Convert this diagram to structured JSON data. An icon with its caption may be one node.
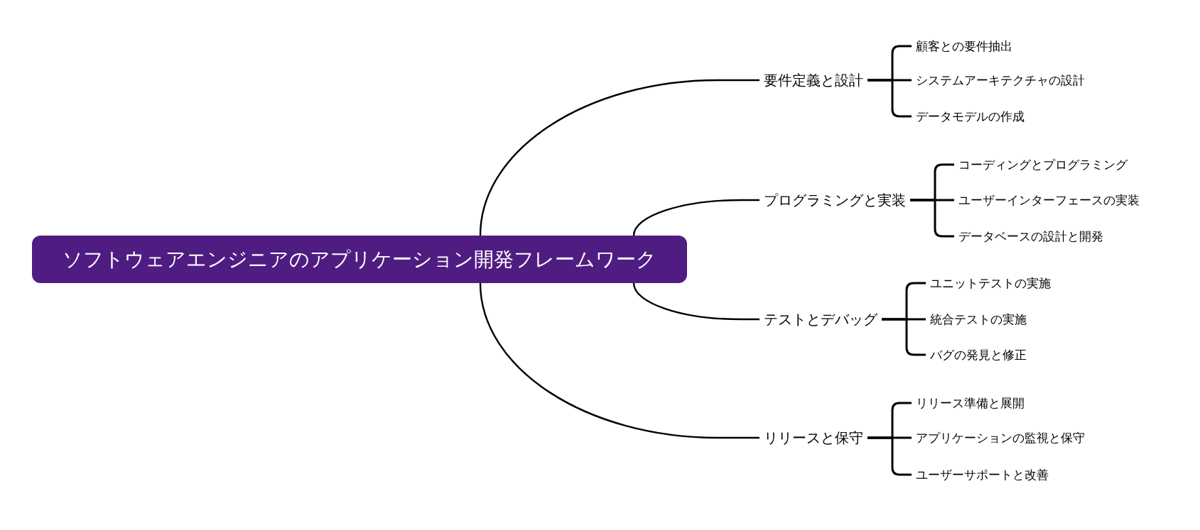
{
  "diagram": {
    "nodes": [
      {
        "text": [
          "ソフトウェアエンジニアのアプリケーション開発フレームワーク"
        ]
      },
      {
        "text": [
          "要件定義と設計"
        ]
      },
      {
        "text": [
          "顧客との要件抽出"
        ]
      },
      {
        "text": [
          "システムアーキテクチャの設計"
        ]
      },
      {
        "text": [
          "データモデルの作成"
        ]
      },
      {
        "text": [
          "プログラミングと実装"
        ]
      },
      {
        "text": [
          "コーディングとプログラミング"
        ]
      },
      {
        "text": [
          "ユーザーインターフェースの実装"
        ]
      },
      {
        "text": [
          "データベースの設計と開発"
        ]
      },
      {
        "text": [
          "テストとデバッグ"
        ]
      },
      {
        "text": [
          "ユニットテストの実施"
        ]
      },
      {
        "text": [
          "統合テストの実施"
        ]
      },
      {
        "text": [
          "バグの発見と修正"
        ]
      },
      {
        "text": [
          "リリースと保守"
        ]
      },
      {
        "text": [
          "リリース準備と展開"
        ]
      },
      {
        "text": [
          "アプリケーションの監視と保守"
        ]
      },
      {
        "text": [
          "ユーザーサポートと改善"
        ]
      }
    ],
    "edges": [
      {
        "from": 0,
        "to": 1,
        "arrow": "none"
      },
      {
        "from": 1,
        "to": 2,
        "arrow": "none"
      },
      {
        "from": 1,
        "to": 3,
        "arrow": "none"
      },
      {
        "from": 1,
        "to": 4,
        "arrow": "none"
      },
      {
        "from": 0,
        "to": 5,
        "arrow": "none"
      },
      {
        "from": 5,
        "to": 6,
        "arrow": "none"
      },
      {
        "from": 5,
        "to": 7,
        "arrow": "none"
      },
      {
        "from": 5,
        "to": 8,
        "arrow": "none"
      },
      {
        "from": 0,
        "to": 9,
        "arrow": "none"
      },
      {
        "from": 9,
        "to": 10,
        "arrow": "none"
      },
      {
        "from": 9,
        "to": 11,
        "arrow": "none"
      },
      {
        "from": 9,
        "to": 12,
        "arrow": "none"
      },
      {
        "from": 0,
        "to": 13,
        "arrow": "none"
      },
      {
        "from": 13,
        "to": 14,
        "arrow": "none"
      },
      {
        "from": 13,
        "to": 15,
        "arrow": "none"
      },
      {
        "from": 13,
        "to": 16,
        "arrow": "none"
      }
    ]
  }
}
